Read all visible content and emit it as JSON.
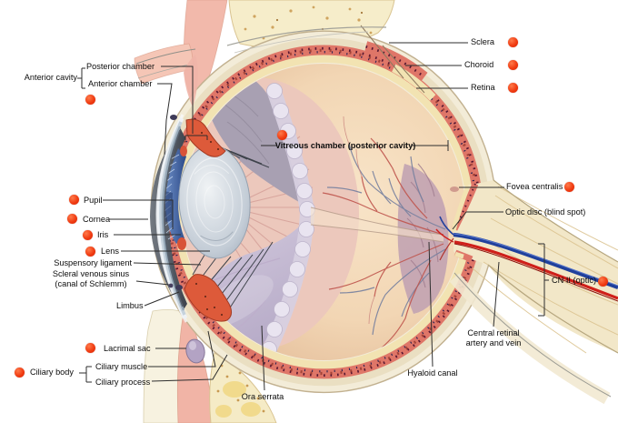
{
  "figure": {
    "type": "anatomical-diagram",
    "subject": "Sagittal cross-section of the human eye with labeled structures"
  },
  "labels": [
    {
      "id": "anterior-cavity",
      "text": "Anterior cavity"
    },
    {
      "id": "posterior-chamber",
      "text": "Posterior chamber"
    },
    {
      "id": "anterior-chamber",
      "text": "Anterior chamber"
    },
    {
      "id": "sclera",
      "text": "Sclera"
    },
    {
      "id": "choroid",
      "text": "Choroid"
    },
    {
      "id": "retina",
      "text": "Retina"
    },
    {
      "id": "vitreous-chamber",
      "text": "Vitreous chamber (posterior cavity)"
    },
    {
      "id": "pupil",
      "text": "Pupil"
    },
    {
      "id": "cornea",
      "text": "Cornea"
    },
    {
      "id": "iris",
      "text": "Iris"
    },
    {
      "id": "lens",
      "text": "Lens"
    },
    {
      "id": "suspensory-ligament",
      "text": "Suspensory ligament"
    },
    {
      "id": "scleral-venous-sinus",
      "text": "Scleral venous sinus\n(canal of Schlemm)"
    },
    {
      "id": "limbus",
      "text": "Limbus"
    },
    {
      "id": "lacrimal-sac",
      "text": "Lacrimal sac"
    },
    {
      "id": "ciliary-body",
      "text": "Ciliary body"
    },
    {
      "id": "ciliary-muscle",
      "text": "Ciliary muscle"
    },
    {
      "id": "ciliary-process",
      "text": "Ciliary process"
    },
    {
      "id": "ora-serrata",
      "text": "Ora serrata"
    },
    {
      "id": "hyaloid-canal",
      "text": "Hyaloid canal"
    },
    {
      "id": "fovea-centralis",
      "text": "Fovea centralis"
    },
    {
      "id": "optic-disc",
      "text": "Optic disc (blind spot)"
    },
    {
      "id": "cn-ii",
      "text": "CN II (optic)"
    },
    {
      "id": "central-retinal",
      "text": "Central retinal\nartery and vein"
    }
  ],
  "markers": {
    "count": 13,
    "color": "#ee3511",
    "meaning": "red dot marker next to label"
  },
  "colors": {
    "background": "#ffffff",
    "label_text": "#0d0d0d",
    "leader_line": "#2e2e2e",
    "sclera_cream": "#f3ecd8",
    "choroid_red": "#df7668",
    "retina_band": "#f2e3b2",
    "vitreous_tan": "#f2d6b4",
    "vitreous_purple": "#b2a6c4",
    "iris_blue": "#2c4a88",
    "ciliary_orange": "#dd5a3a",
    "vein_blue": "#20409c",
    "artery_red": "#cf1f1a",
    "skin_pink": "#f2b9ab",
    "bone_cream": "#f6edca",
    "lacrimal_purple": "#b3a3c4"
  }
}
